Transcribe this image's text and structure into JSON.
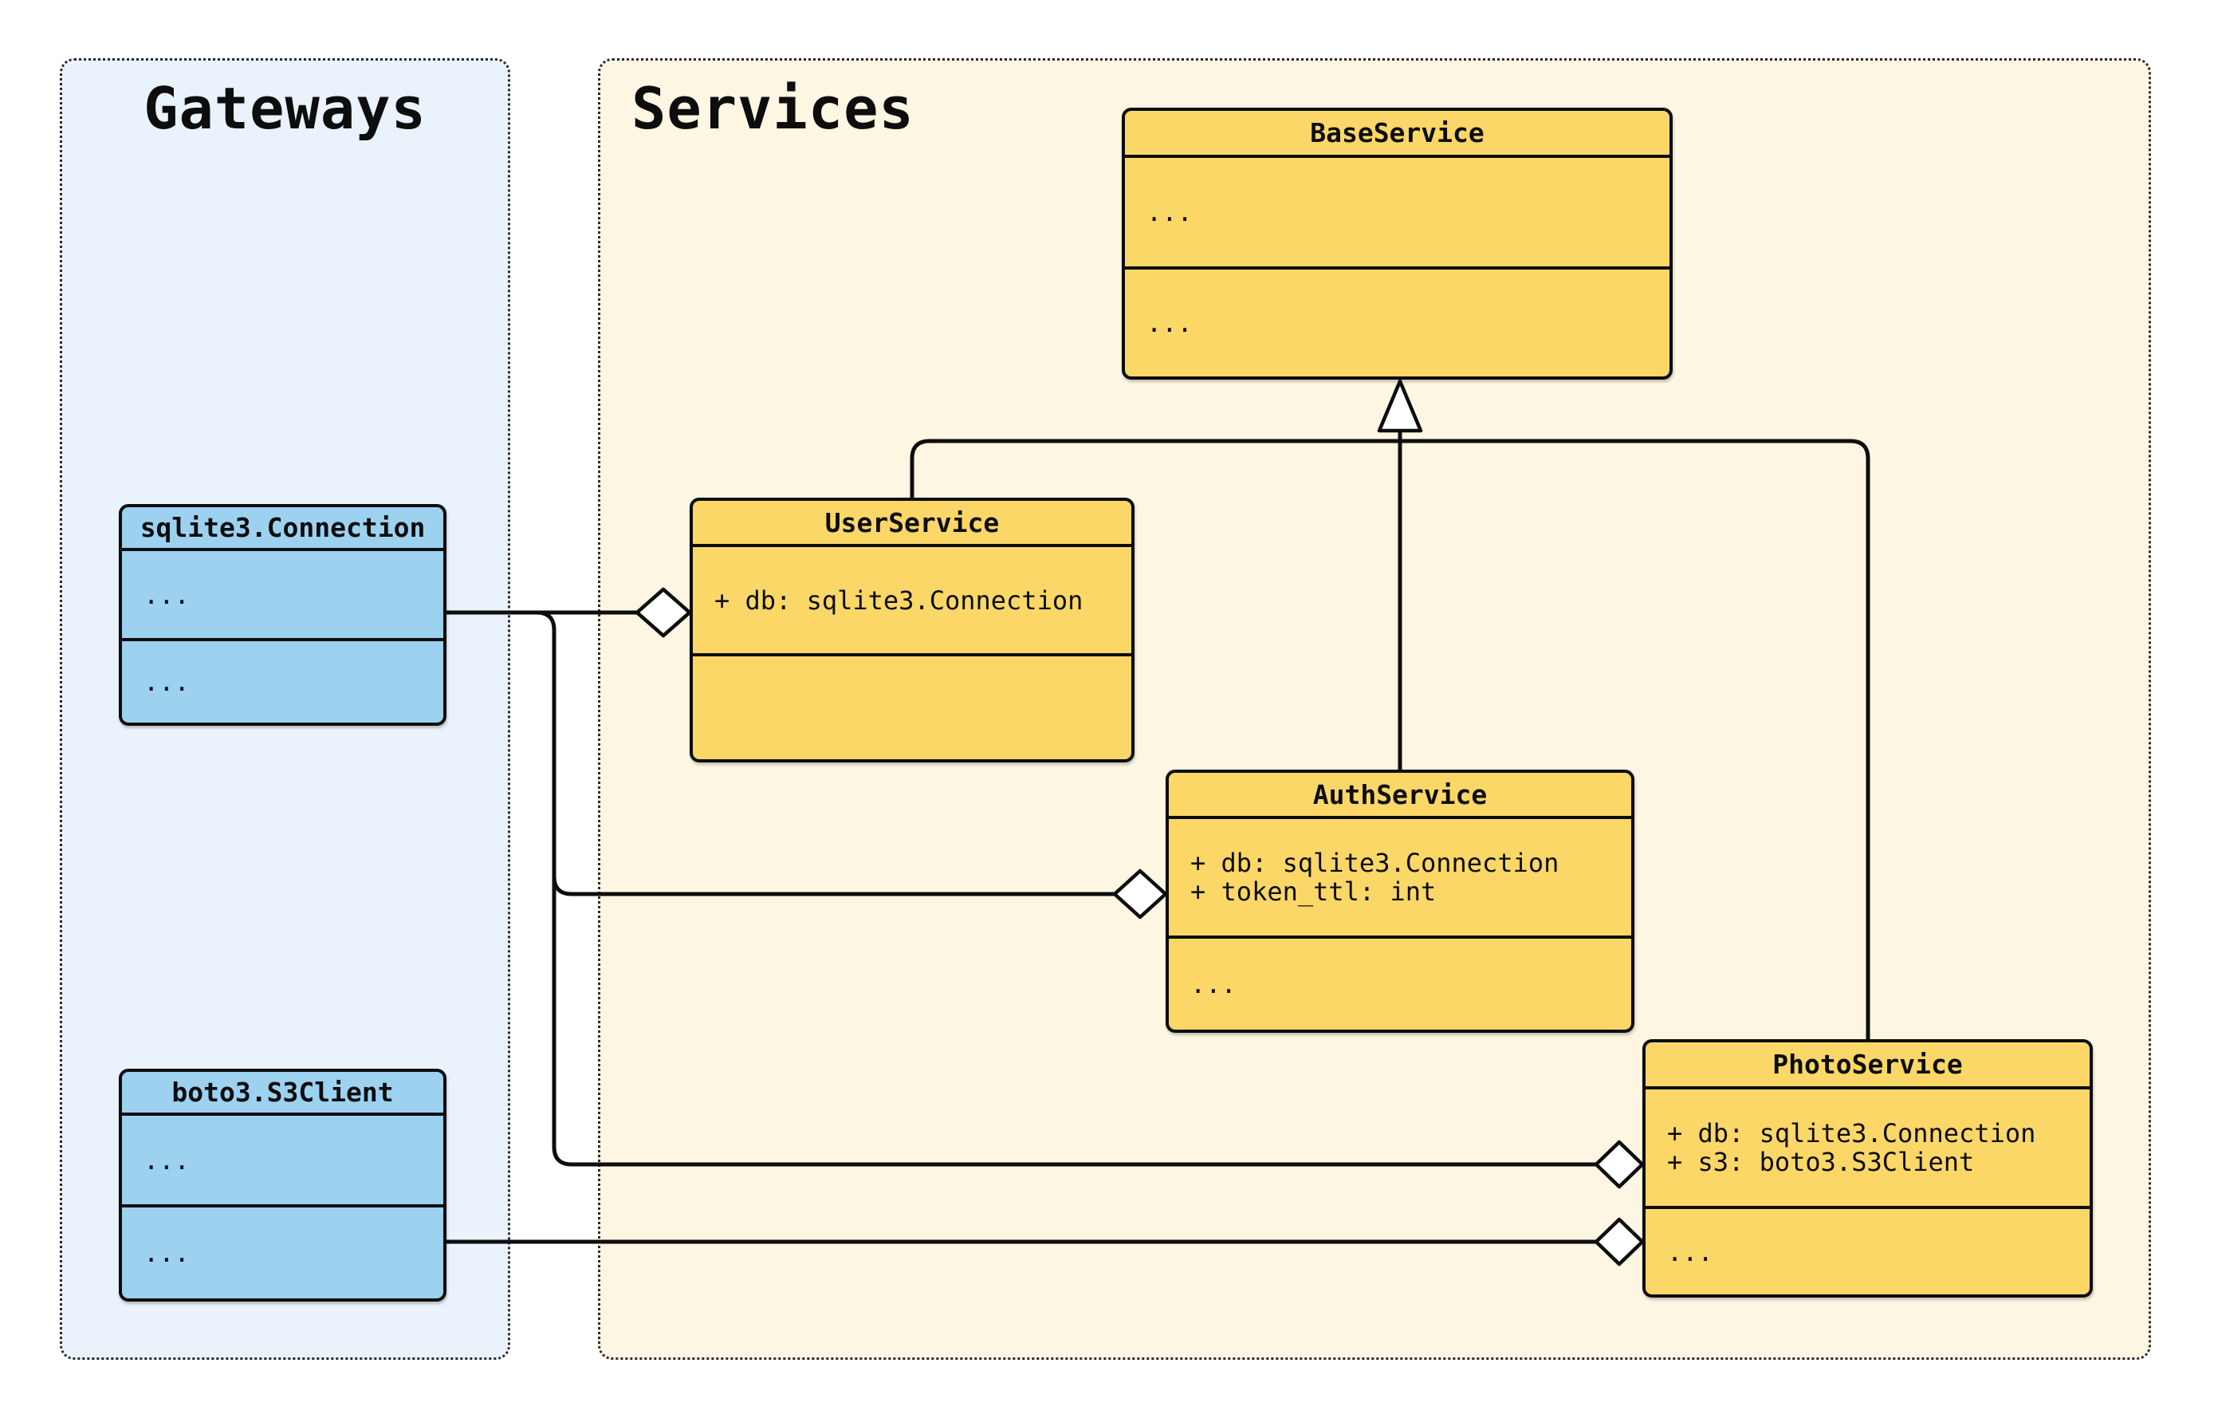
{
  "diagram": {
    "type": "uml-class-diagram"
  },
  "panels": {
    "gateways": {
      "title": "Gateways"
    },
    "services": {
      "title": "Services"
    }
  },
  "classes": {
    "base_service": {
      "title": "BaseService",
      "attributes": [
        "..."
      ],
      "methods": [
        "..."
      ]
    },
    "user_service": {
      "title": "UserService",
      "attributes": [
        "+ db: sqlite3.Connection"
      ],
      "methods": []
    },
    "auth_service": {
      "title": "AuthService",
      "attributes": [
        "+ db: sqlite3.Connection",
        "+ token_ttl: int"
      ],
      "methods": [
        "..."
      ]
    },
    "photo_service": {
      "title": "PhotoService",
      "attributes": [
        "+ db: sqlite3.Connection",
        "+ s3: boto3.S3Client"
      ],
      "methods": [
        "..."
      ]
    },
    "sqlite_connection": {
      "title": "sqlite3.Connection",
      "attributes": [
        "..."
      ],
      "methods": [
        "..."
      ]
    },
    "boto3_s3client": {
      "title": "boto3.S3Client",
      "attributes": [
        "..."
      ],
      "methods": [
        "..."
      ]
    }
  },
  "relationships": {
    "inheritance": [
      {
        "child": "UserService",
        "parent": "BaseService"
      },
      {
        "child": "AuthService",
        "parent": "BaseService"
      },
      {
        "child": "PhotoService",
        "parent": "BaseService"
      }
    ],
    "aggregation": [
      {
        "part": "sqlite3.Connection",
        "whole": "UserService"
      },
      {
        "part": "sqlite3.Connection",
        "whole": "AuthService"
      },
      {
        "part": "sqlite3.Connection",
        "whole": "PhotoService"
      },
      {
        "part": "boto3.S3Client",
        "whole": "PhotoService"
      }
    ]
  },
  "colors": {
    "service_class_fill": "#FBD768",
    "gateway_class_fill": "#9CD2F0",
    "services_panel_bg": "#FDF6E3",
    "gateways_panel_bg": "#EAF2FB",
    "stroke": "#0D0D0D"
  }
}
